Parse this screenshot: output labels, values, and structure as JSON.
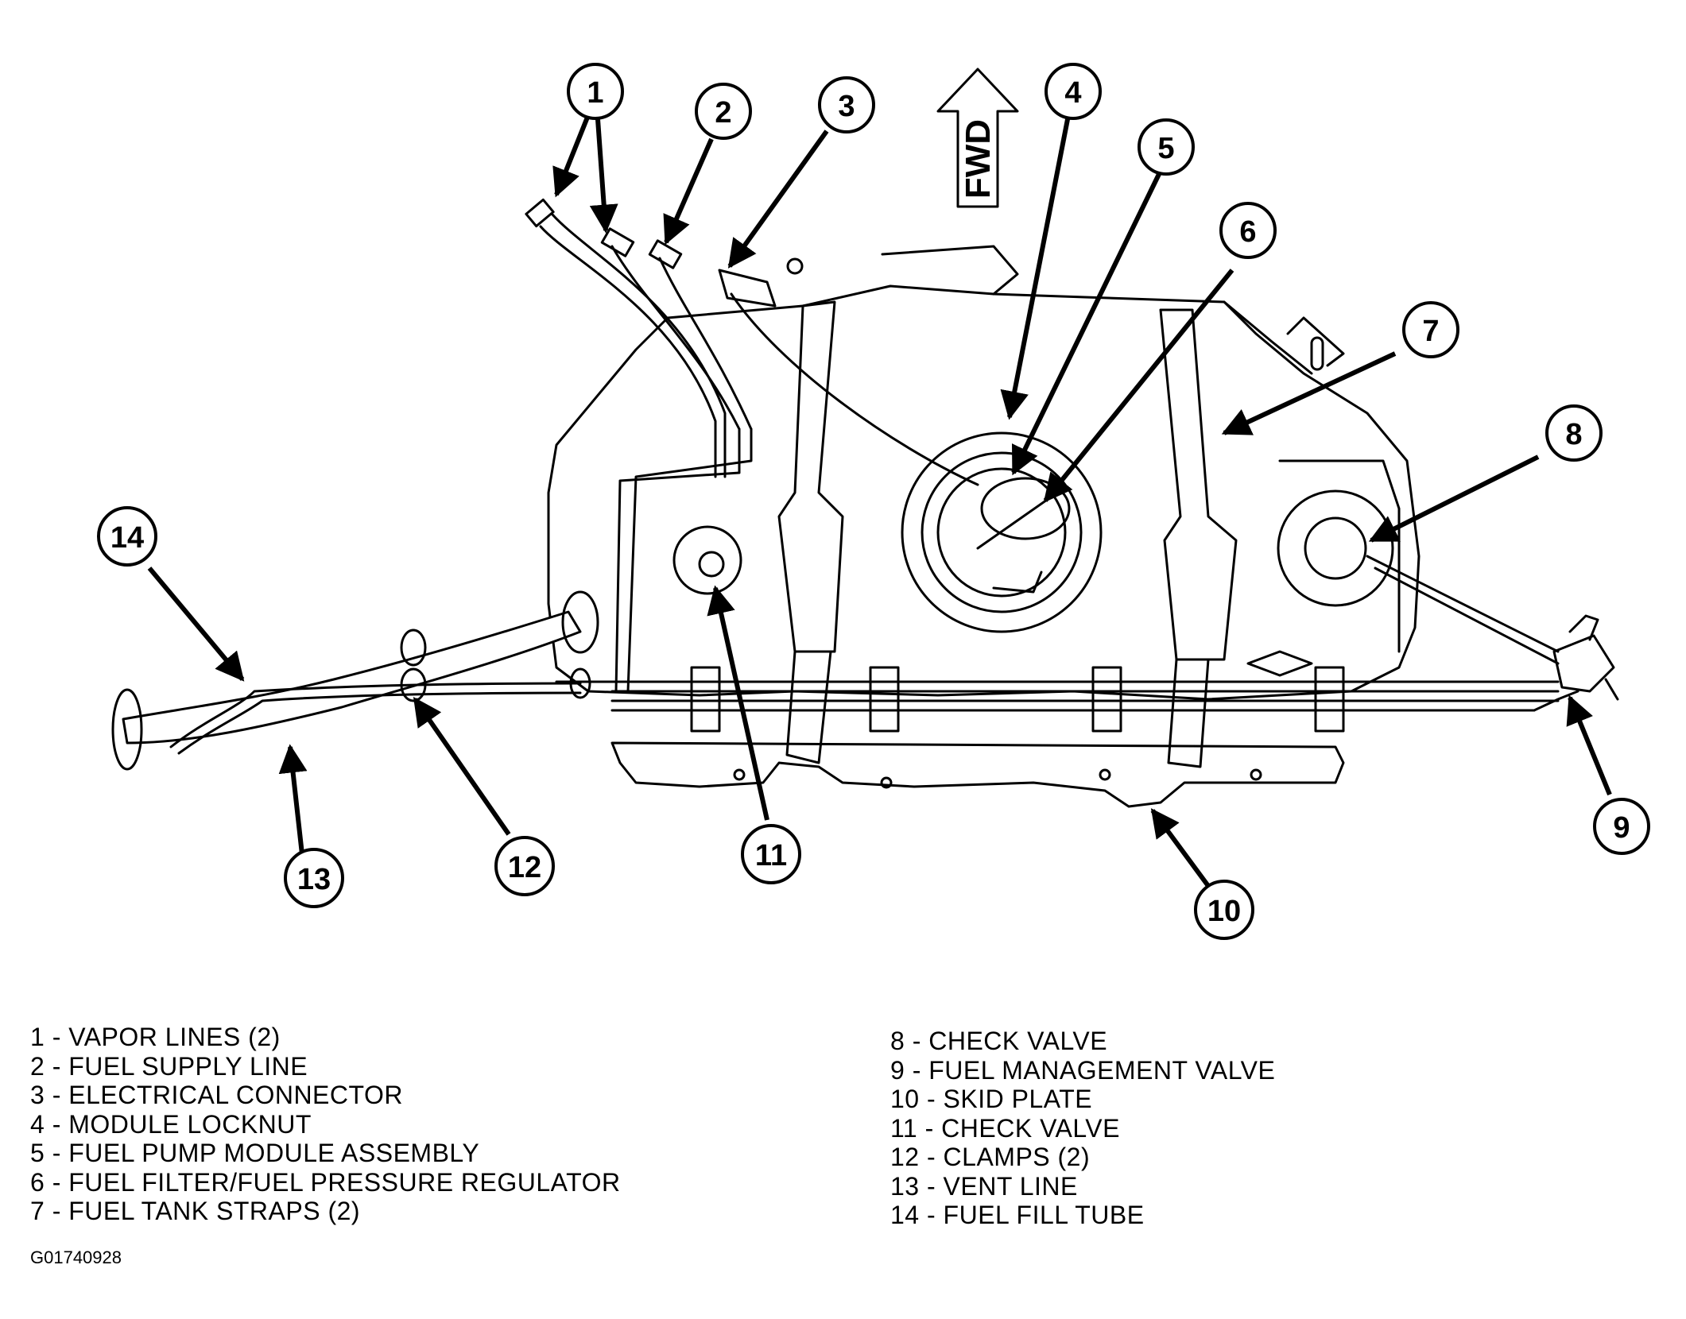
{
  "diagram": {
    "fwd_label": "FWD",
    "figure_id": "G01740928",
    "callouts": [
      "1",
      "2",
      "3",
      "4",
      "5",
      "6",
      "7",
      "8",
      "9",
      "10",
      "11",
      "12",
      "13",
      "14"
    ],
    "legend_left": [
      "1 - VAPOR LINES (2)",
      "2 - FUEL SUPPLY LINE",
      "3 - ELECTRICAL CONNECTOR",
      "4 - MODULE LOCKNUT",
      "5 - FUEL PUMP MODULE ASSEMBLY",
      "6 - FUEL FILTER/FUEL PRESSURE REGULATOR",
      "7 - FUEL TANK STRAPS (2)"
    ],
    "legend_right": [
      "8 - CHECK VALVE",
      "9 - FUEL MANAGEMENT VALVE",
      "10 - SKID PLATE",
      "11 - CHECK VALVE",
      "12 - CLAMPS (2)",
      "13 - VENT LINE",
      "14 - FUEL FILL TUBE"
    ]
  }
}
